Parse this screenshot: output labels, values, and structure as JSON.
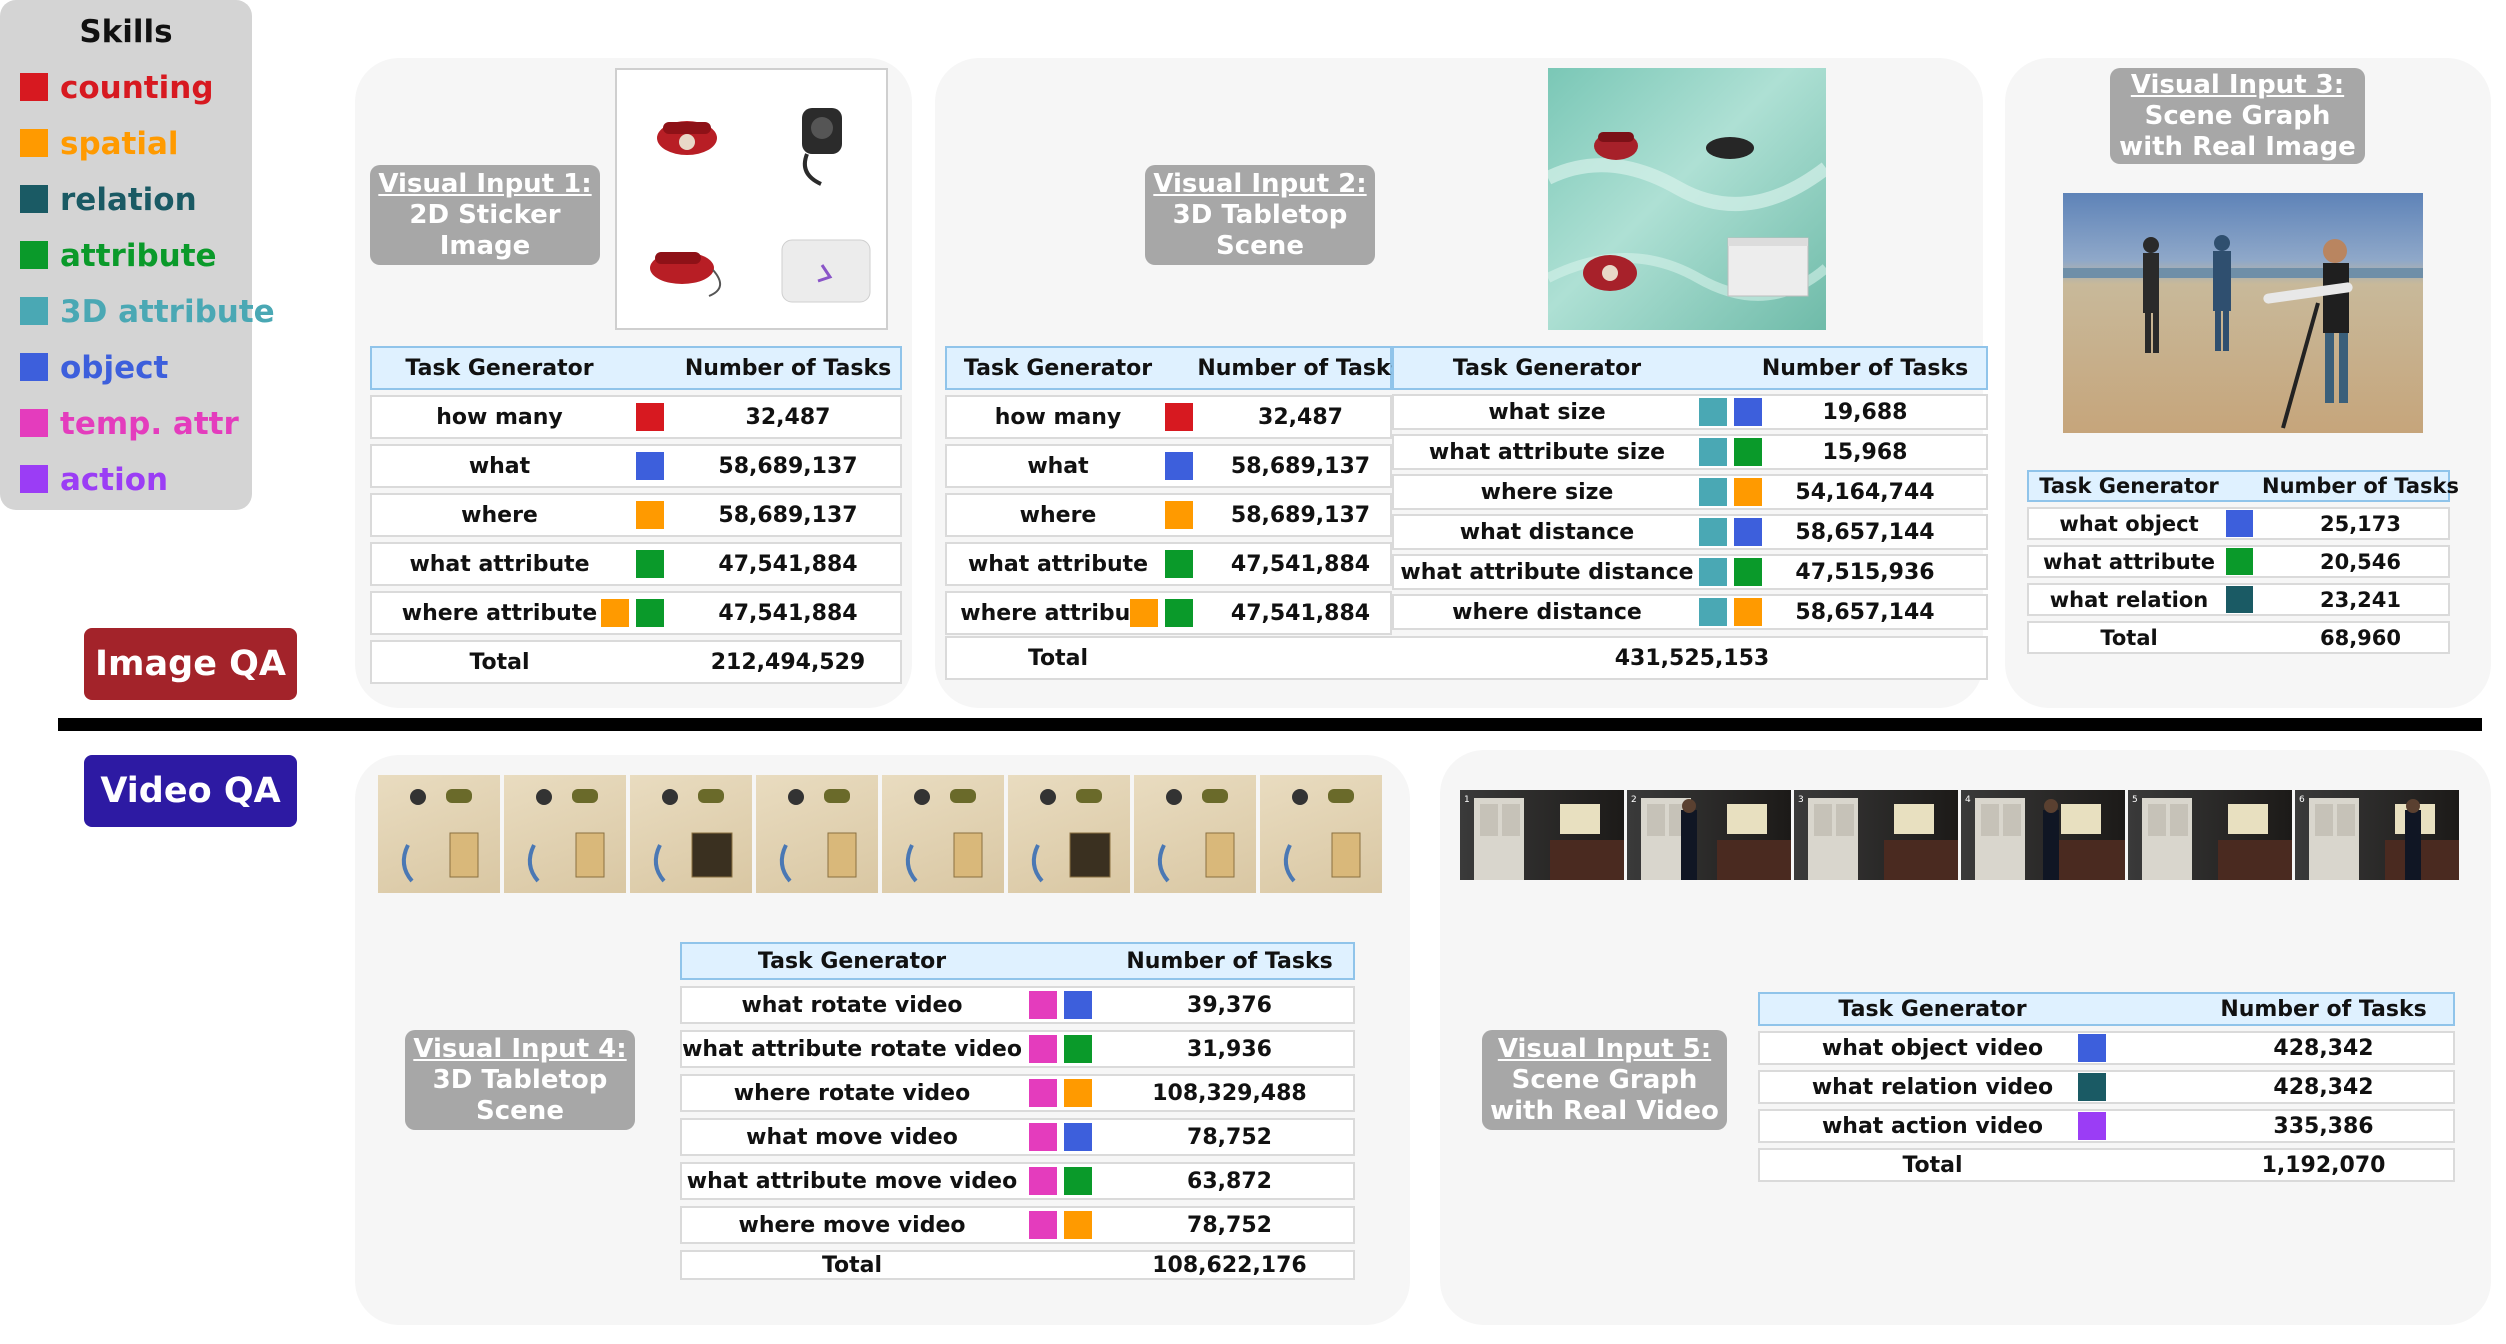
{
  "skills": {
    "title": "Skills",
    "items": [
      {
        "label": "counting",
        "color": "#d71920"
      },
      {
        "label": "spatial",
        "color": "#ff9a00"
      },
      {
        "label": "relation",
        "color": "#1a5a64"
      },
      {
        "label": "attribute",
        "color": "#0a9a2a"
      },
      {
        "label": "3D attribute",
        "color": "#4aa8b4"
      },
      {
        "label": "object",
        "color": "#3d5fdc"
      },
      {
        "label": "temp. attr",
        "color": "#e43cbd"
      },
      {
        "label": "action",
        "color": "#9b3df5"
      }
    ]
  },
  "image_qa_label": "Image QA",
  "video_qa_label": "Video QA",
  "visual_inputs": [
    {
      "lines": [
        "Visual Input 1:",
        "2D Sticker",
        "Image"
      ]
    },
    {
      "lines": [
        "Visual Input 2:",
        "3D Tabletop",
        "Scene"
      ]
    },
    {
      "lines": [
        "Visual Input 3:",
        "Scene Graph",
        "with Real Image"
      ]
    },
    {
      "lines": [
        "Visual Input 4:",
        "3D Tabletop",
        "Scene"
      ]
    },
    {
      "lines": [
        "Visual Input 5:",
        "Scene Graph",
        "with Real Video"
      ]
    }
  ],
  "headers": {
    "generator": "Task Generator",
    "count": "Number of Tasks"
  },
  "total_label": "Total",
  "table1": {
    "rows": [
      {
        "name": "how many",
        "skills": [
          "counting"
        ],
        "count": "32,487"
      },
      {
        "name": "what",
        "skills": [
          "object"
        ],
        "count": "58,689,137"
      },
      {
        "name": "where",
        "skills": [
          "spatial"
        ],
        "count": "58,689,137"
      },
      {
        "name": "what attribute",
        "skills": [
          "attribute"
        ],
        "count": "47,541,884"
      },
      {
        "name": "where attribute",
        "skills": [
          "spatial",
          "attribute"
        ],
        "count": "47,541,884"
      }
    ],
    "total": "212,494,529"
  },
  "table2a": {
    "rows": [
      {
        "name": "how many",
        "skills": [
          "counting"
        ],
        "count": "32,487"
      },
      {
        "name": "what",
        "skills": [
          "object"
        ],
        "count": "58,689,137"
      },
      {
        "name": "where",
        "skills": [
          "spatial"
        ],
        "count": "58,689,137"
      },
      {
        "name": "what attribute",
        "skills": [
          "attribute"
        ],
        "count": "47,541,884"
      },
      {
        "name": "where attribute",
        "skills": [
          "spatial",
          "attribute"
        ],
        "count": "47,541,884"
      }
    ]
  },
  "table2b": {
    "rows": [
      {
        "name": "what size",
        "skills": [
          "3D attribute",
          "object"
        ],
        "count": "19,688"
      },
      {
        "name": "what attribute size",
        "skills": [
          "3D attribute",
          "attribute"
        ],
        "count": "15,968"
      },
      {
        "name": "where size",
        "skills": [
          "3D attribute",
          "spatial"
        ],
        "count": "54,164,744"
      },
      {
        "name": "what distance",
        "skills": [
          "3D attribute",
          "object"
        ],
        "count": "58,657,144"
      },
      {
        "name": "what attribute distance",
        "skills": [
          "3D attribute",
          "attribute"
        ],
        "count": "47,515,936"
      },
      {
        "name": "where distance",
        "skills": [
          "3D attribute",
          "spatial"
        ],
        "count": "58,657,144"
      }
    ]
  },
  "table2_total": "431,525,153",
  "table3": {
    "rows": [
      {
        "name": "what object",
        "skills": [
          "object"
        ],
        "count": "25,173"
      },
      {
        "name": "what attribute",
        "skills": [
          "attribute"
        ],
        "count": "20,546"
      },
      {
        "name": "what relation",
        "skills": [
          "relation"
        ],
        "count": "23,241"
      }
    ],
    "total": "68,960"
  },
  "table4": {
    "rows": [
      {
        "name": "what rotate video",
        "skills": [
          "temp. attr",
          "object"
        ],
        "count": "39,376"
      },
      {
        "name": "what attribute rotate video",
        "skills": [
          "temp. attr",
          "attribute"
        ],
        "count": "31,936"
      },
      {
        "name": "where rotate video",
        "skills": [
          "temp. attr",
          "spatial"
        ],
        "count": "108,329,488"
      },
      {
        "name": "what move video",
        "skills": [
          "temp. attr",
          "object"
        ],
        "count": "78,752"
      },
      {
        "name": "what attribute move video",
        "skills": [
          "temp. attr",
          "attribute"
        ],
        "count": "63,872"
      },
      {
        "name": "where move video",
        "skills": [
          "temp. attr",
          "spatial"
        ],
        "count": "78,752"
      }
    ],
    "total": "108,622,176"
  },
  "table5": {
    "rows": [
      {
        "name": "what object video",
        "skills": [
          "object"
        ],
        "count": "428,342"
      },
      {
        "name": "what relation video",
        "skills": [
          "relation"
        ],
        "count": "428,342"
      },
      {
        "name": "what action video",
        "skills": [
          "action"
        ],
        "count": "335,386"
      }
    ],
    "total": "1,192,070"
  },
  "video5_frame_numbers": [
    "1",
    "2",
    "3",
    "4",
    "5",
    "6"
  ]
}
